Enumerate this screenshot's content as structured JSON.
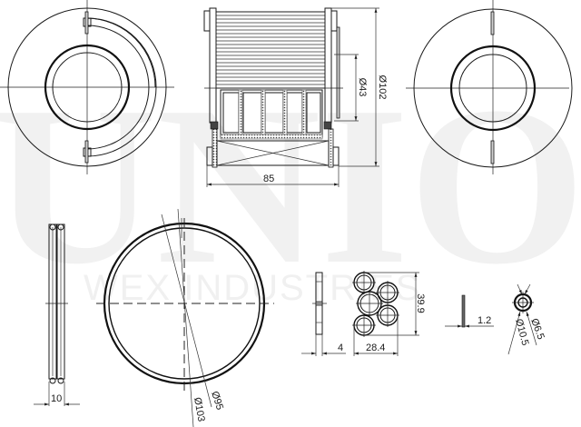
{
  "watermark": {
    "brand_large": "UNION",
    "brand_small": "WEX INDUSTRIES"
  },
  "views": {
    "end_view_left": {
      "label": "end-view-with-handle"
    },
    "section_view": {
      "label": "filter-cross-section"
    },
    "end_view_right": {
      "label": "end-view"
    },
    "oring_side": {
      "label": "o-ring-side-view"
    },
    "oring_front": {
      "label": "o-ring-front-view"
    },
    "spacer_side": {
      "label": "spacer-side-view"
    },
    "spacer_front": {
      "label": "spacer-front-view"
    },
    "washer_side": {
      "label": "washer-side-view"
    },
    "washer_front": {
      "label": "washer-front-view"
    }
  },
  "dimensions": {
    "length": "85",
    "outer_diameter": "Ø102",
    "inner_diameter": "Ø43",
    "oring_thickness": "10",
    "oring_inner": "Ø95",
    "oring_outer": "Ø103",
    "spacer_thickness": "4",
    "spacer_width": "28.4",
    "spacer_height": "39.9",
    "washer_thickness": "1.2",
    "washer_inner": "Ø6.5",
    "washer_outer": "Ø10.5"
  },
  "colors": {
    "line": "#1a1a1a",
    "background": "#ffffff",
    "watermark": "#f1f1f1"
  }
}
